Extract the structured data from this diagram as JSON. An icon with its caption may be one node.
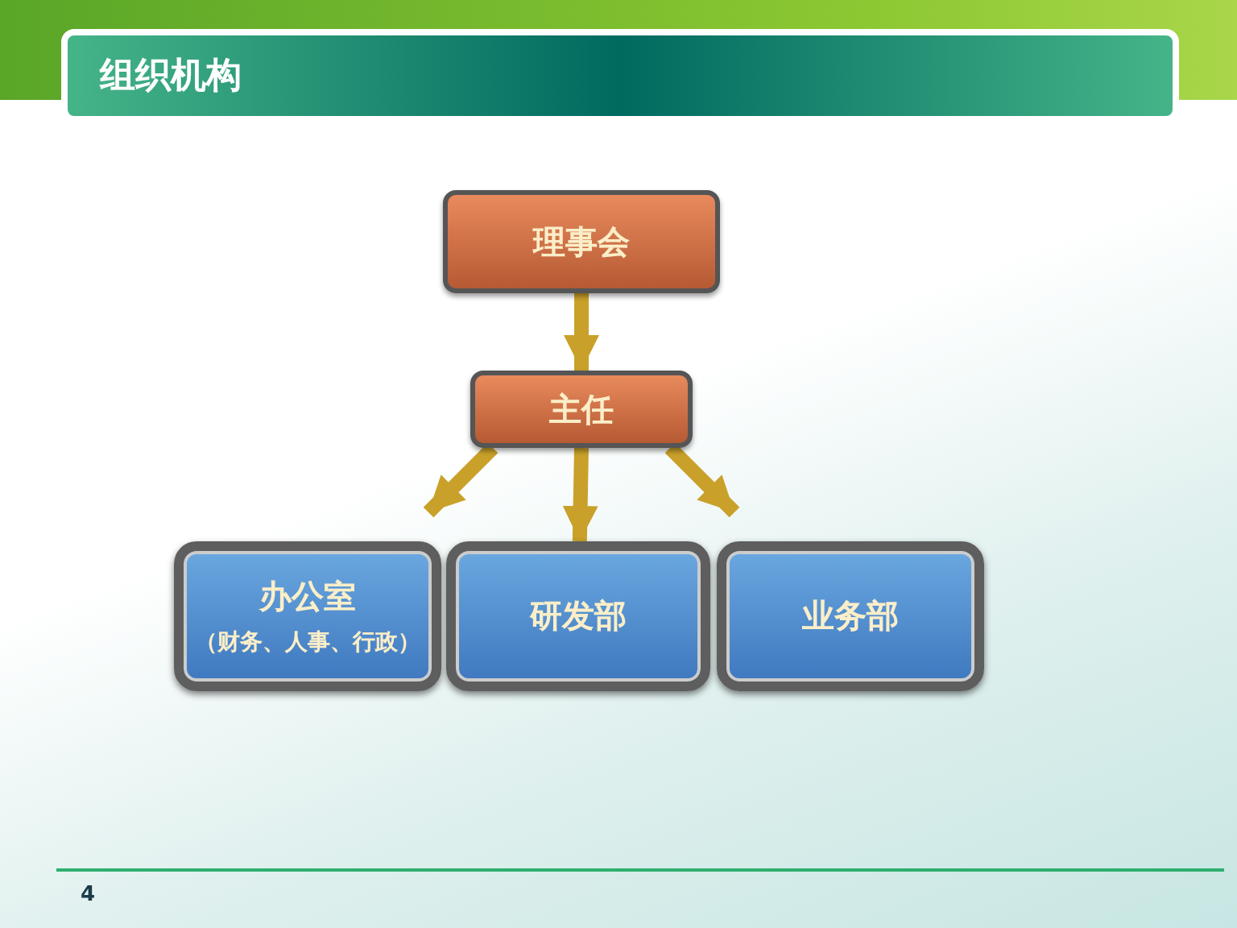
{
  "diagram": {
    "title": "组织机构",
    "nodes": [
      {
        "text": [
          "理事会"
        ]
      },
      {
        "text": [
          "主任"
        ]
      },
      {
        "text": [
          "办公室",
          "（财务、人事、行政）"
        ]
      },
      {
        "text": [
          "研发部"
        ]
      },
      {
        "text": [
          "业务部"
        ]
      }
    ],
    "edges": [
      {
        "from": 0,
        "to": 1,
        "arrow": "to"
      },
      {
        "from": 1,
        "to": 2,
        "arrow": "to"
      },
      {
        "from": 1,
        "to": 3,
        "arrow": "to"
      },
      {
        "from": 1,
        "to": 4,
        "arrow": "to"
      }
    ],
    "labels": [
      "4"
    ]
  }
}
